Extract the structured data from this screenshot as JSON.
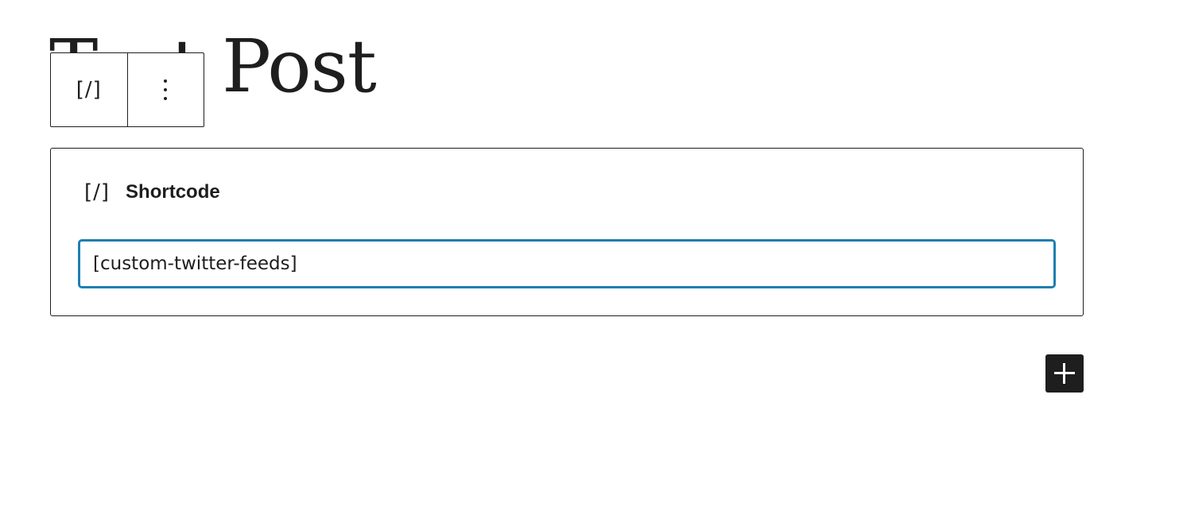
{
  "post": {
    "title": "Test Post"
  },
  "block_toolbar": {
    "block_type_glyph": "[/]",
    "block_type_icon": "shortcode-icon",
    "options_icon": "more-vertical-icon"
  },
  "shortcode_block": {
    "label_glyph": "[/]",
    "label_icon": "shortcode-icon",
    "label": "Shortcode",
    "input_value": "[custom-twitter-feeds]"
  },
  "inserter": {
    "icon": "plus-icon"
  },
  "colors": {
    "focus_border": "#1e7fb0",
    "text": "#1e1e1e",
    "inserter_bg": "#1e1e1e"
  }
}
